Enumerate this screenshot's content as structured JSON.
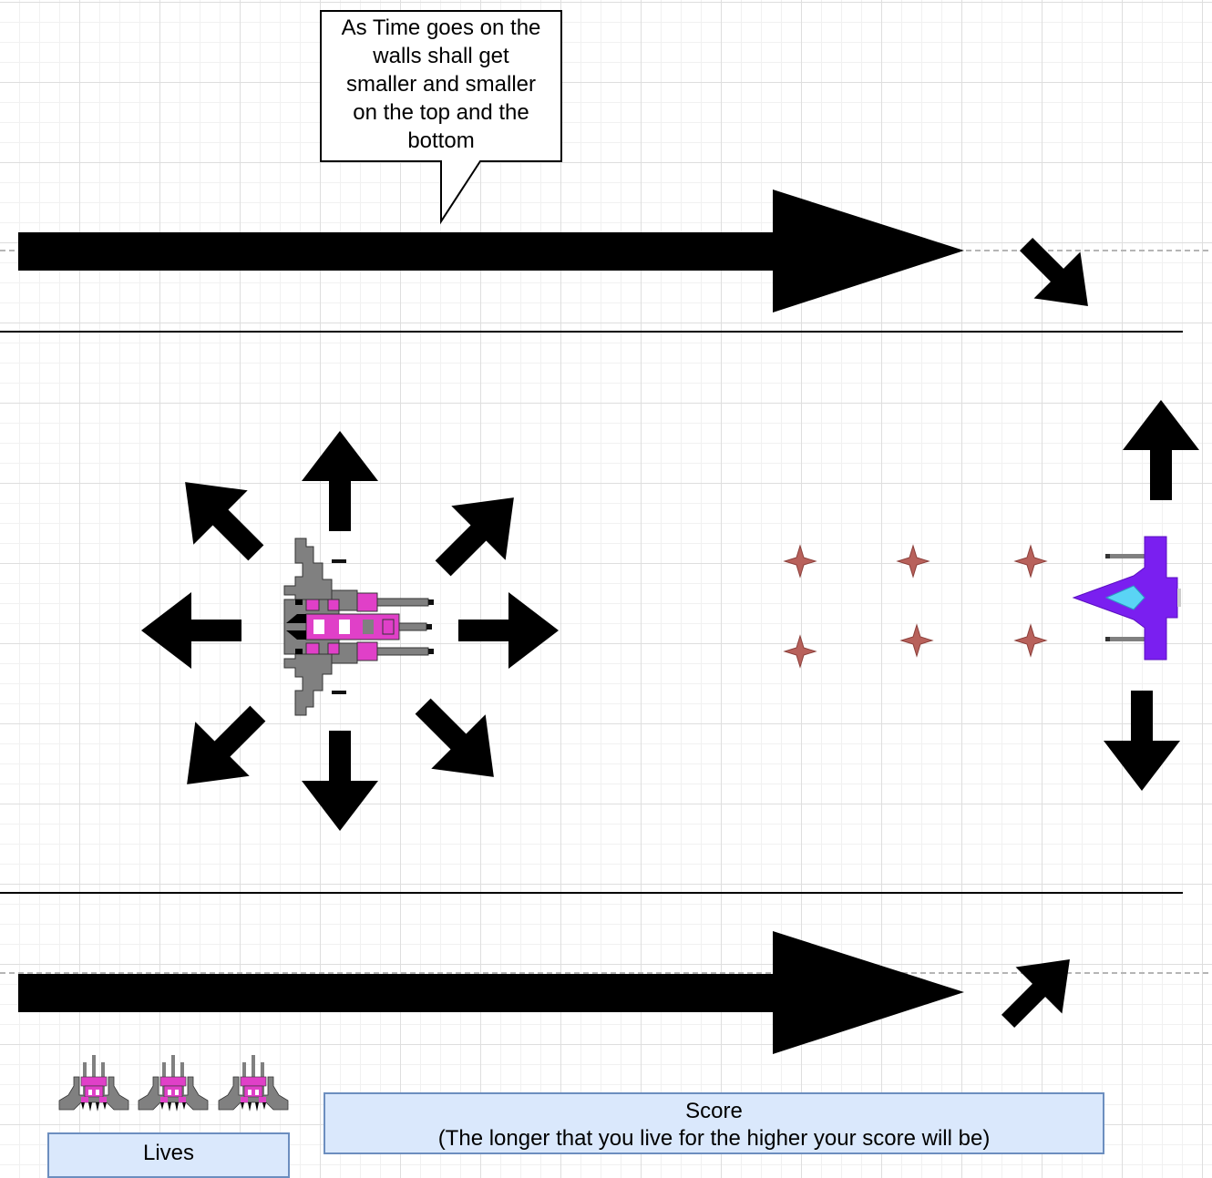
{
  "callout": {
    "lines": [
      "As Time goes on the",
      "walls shall get",
      "smaller and smaller",
      "on the top and the",
      "bottom"
    ]
  },
  "score_box": {
    "title": "Score",
    "subtitle": "(The longer that you live for the higher your score will be)"
  },
  "lives_box": {
    "label": "Lives"
  },
  "lives_count": 3,
  "colors": {
    "arrow": "#000000",
    "ship_gray": "#808080",
    "ship_pink": "#e040c8",
    "enemy_purple": "#7a1ff0",
    "enemy_cockpit": "#5ad4f5",
    "bullet": "#b8615b",
    "label_fill": "#dae8fc",
    "label_border": "#6c8ebf"
  },
  "icons": [
    "player-ship-icon",
    "enemy-ship-icon",
    "bullet-star-icon",
    "life-ship-icon"
  ]
}
